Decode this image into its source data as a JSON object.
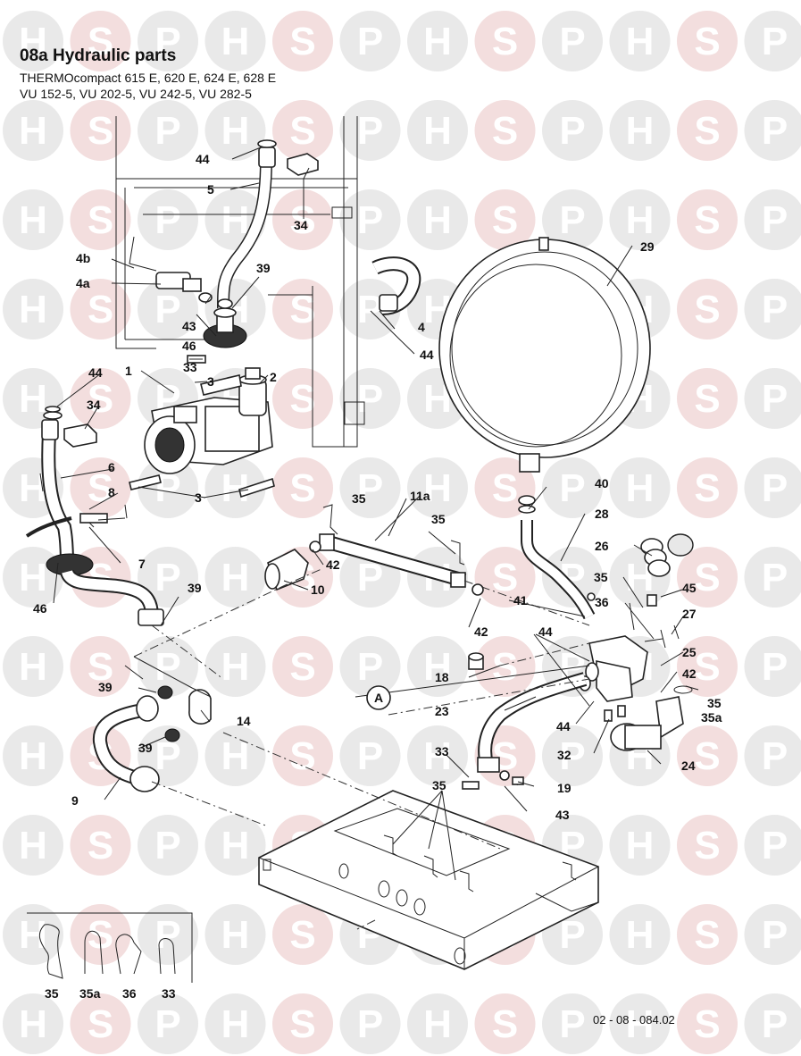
{
  "header": {
    "title": "08a Hydraulic parts",
    "models_line1": "THERMOcompact 615 E, 620 E, 624 E, 628 E",
    "models_line2": "VU 152-5, VU 202-5, VU 242-5, VU 282-5"
  },
  "watermark": {
    "letters": [
      "H",
      "S",
      "P"
    ]
  },
  "drawing_ref": "02 - 08 - 084.02",
  "callouts": {
    "c44a": "44",
    "c5": "5",
    "c34a": "34",
    "c29": "29",
    "c4b": "4b",
    "c4a": "4a",
    "c39a": "39",
    "c43a": "43",
    "c46a": "46",
    "c4": "4",
    "c44b": "44",
    "c33a": "33",
    "c1": "1",
    "c3a": "3",
    "c2": "2",
    "c44c": "44",
    "c34b": "34",
    "c6": "6",
    "c8": "8",
    "c3b": "3",
    "c7": "7",
    "c46b": "46",
    "c35a1": "35",
    "c11a": "11a",
    "c35a2": "35",
    "c40": "40",
    "c28": "28",
    "c26": "26",
    "c42a": "42",
    "c10": "10",
    "c39b": "39",
    "c35b": "35",
    "c45": "45",
    "c41": "41",
    "c36": "36",
    "c27": "27",
    "c42b": "42",
    "c44d": "44",
    "c25": "25",
    "c18": "18",
    "c42c": "42",
    "cA": "A",
    "c23": "23",
    "c35c": "35",
    "c35d": "35a",
    "c39c": "39",
    "c14": "14",
    "c39d": "39",
    "c44e": "44",
    "c32": "32",
    "c24": "24",
    "c33b": "33",
    "c19": "19",
    "c9": "9",
    "c35e": "35",
    "c43b": "43"
  },
  "clip_legend": {
    "clip1": "35",
    "clip2": "35a",
    "clip3": "36",
    "clip4": "33"
  }
}
